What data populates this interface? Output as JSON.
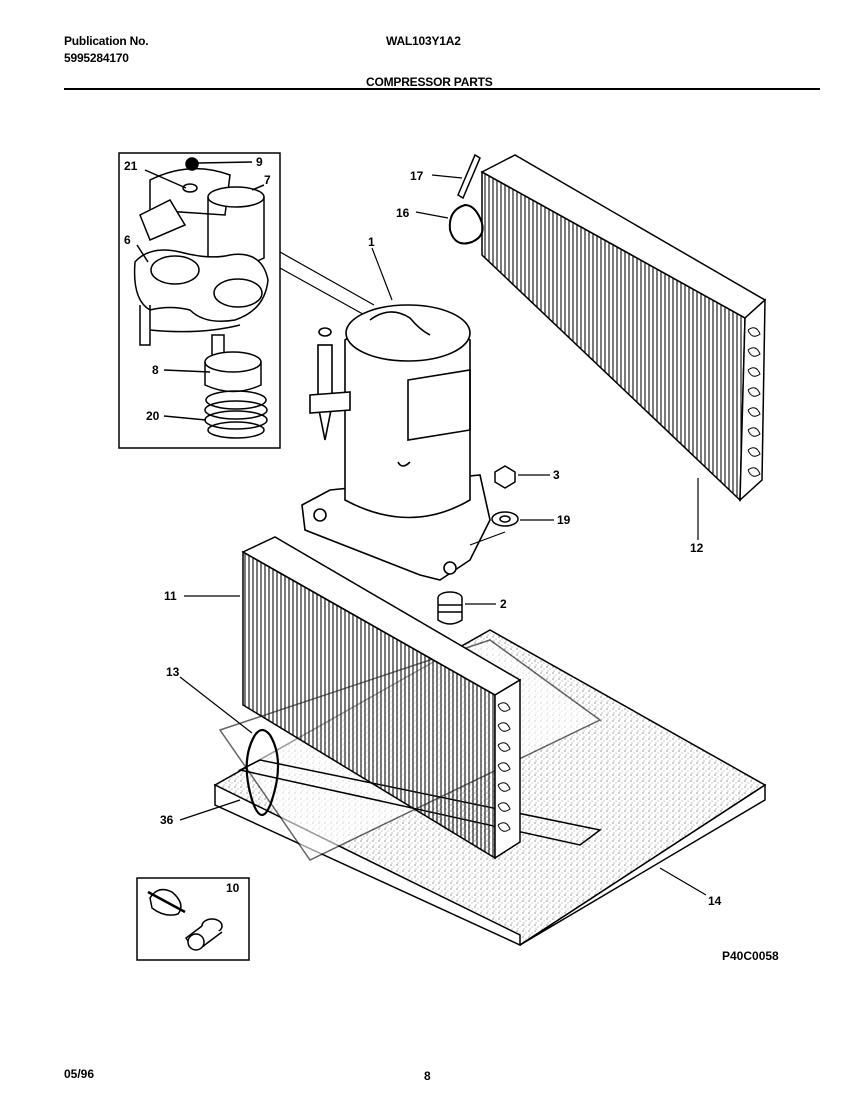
{
  "header": {
    "publication_label": "Publication No.",
    "publication_number": "5995284170",
    "model": "WAL103Y1A2",
    "section_title": "COMPRESSOR PARTS"
  },
  "callouts": [
    "21",
    "9",
    "7",
    "6",
    "8",
    "20",
    "1",
    "17",
    "16",
    "3",
    "19",
    "12",
    "11",
    "2",
    "13",
    "36",
    "14",
    "10"
  ],
  "drawing_code": "P40C0058",
  "footer": {
    "date": "05/96",
    "page": "8"
  }
}
